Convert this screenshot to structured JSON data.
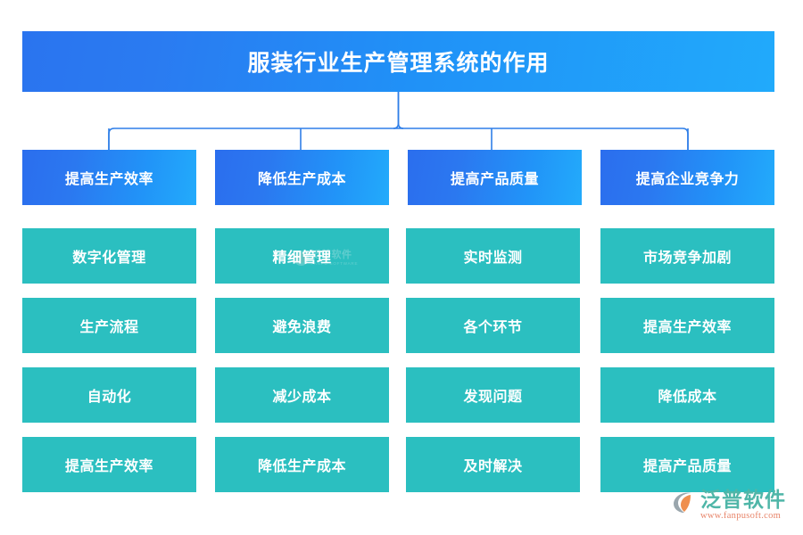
{
  "title": {
    "text": "服装行业生产管理系统的作用"
  },
  "colors": {
    "title_gradient_start": "#2a74ef",
    "title_gradient_end": "#21aafb",
    "level1_gradient_start": "#2b6eee",
    "level1_gradient_end": "#23abfb",
    "level2_fill": "#2bbfc0",
    "connector_line": "#2f7fe8",
    "logo_text": "#4fb6a8",
    "logo_url": "#e8856a"
  },
  "branches": [
    {
      "heading": "提高生产效率",
      "items": [
        "数字化管理",
        "生产流程",
        "自动化",
        "提高生产效率"
      ]
    },
    {
      "heading": "降低生产成本",
      "items": [
        "精细管理",
        "避免浪费",
        "减少成本",
        "降低生产成本"
      ]
    },
    {
      "heading": "提高产品质量",
      "items": [
        "实时监测",
        "各个环节",
        "发现问题",
        "及时解决"
      ]
    },
    {
      "heading": "提高企业竞争力",
      "items": [
        "市场竞争加剧",
        "提高生产效率",
        "降低成本",
        "提高产品质量"
      ]
    }
  ],
  "rows": [
    [
      "数字化管理",
      "精细管理",
      "实时监测",
      "市场竞争加剧"
    ],
    [
      "生产流程",
      "避免浪费",
      "各个环节",
      "提高生产效率"
    ],
    [
      "自动化",
      "减少成本",
      "发现问题",
      "降低成本"
    ],
    [
      "提高生产效率",
      "降低生产成本",
      "及时解决",
      "提高产品质量"
    ]
  ],
  "watermark": {
    "cn": "泛普软件",
    "en": "FANPU SOFTWARE"
  },
  "logo": {
    "cn": "泛普软件",
    "url": "www.fanpusoft.com"
  }
}
